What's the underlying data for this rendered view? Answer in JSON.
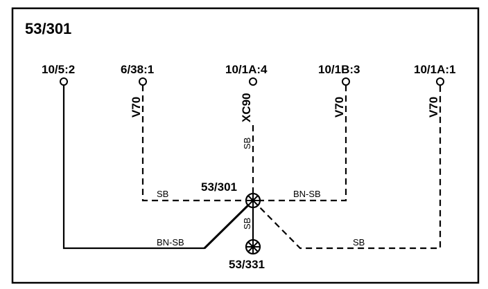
{
  "diagram": {
    "title": "53/301",
    "connectors": [
      {
        "id": "c1",
        "label": "10/5:2"
      },
      {
        "id": "c2",
        "label": "6/38:1"
      },
      {
        "id": "c3",
        "label": "10/1A:4"
      },
      {
        "id": "c4",
        "label": "10/1B:3"
      },
      {
        "id": "c5",
        "label": "10/1A:1"
      }
    ],
    "variants": {
      "c2": "V70",
      "c3": "XC90",
      "c4": "V70",
      "c5": "V70"
    },
    "splices": {
      "main": "53/301",
      "lower": "53/331"
    },
    "wire_labels": {
      "left_branch": "SB",
      "right_branch": "BN-SB",
      "vertical_top": "SB",
      "vertical_bottom": "SB",
      "bottom_left": "BN-SB",
      "bottom_right": "SB"
    },
    "colors": {
      "line": "#000000",
      "background": "#ffffff"
    }
  }
}
